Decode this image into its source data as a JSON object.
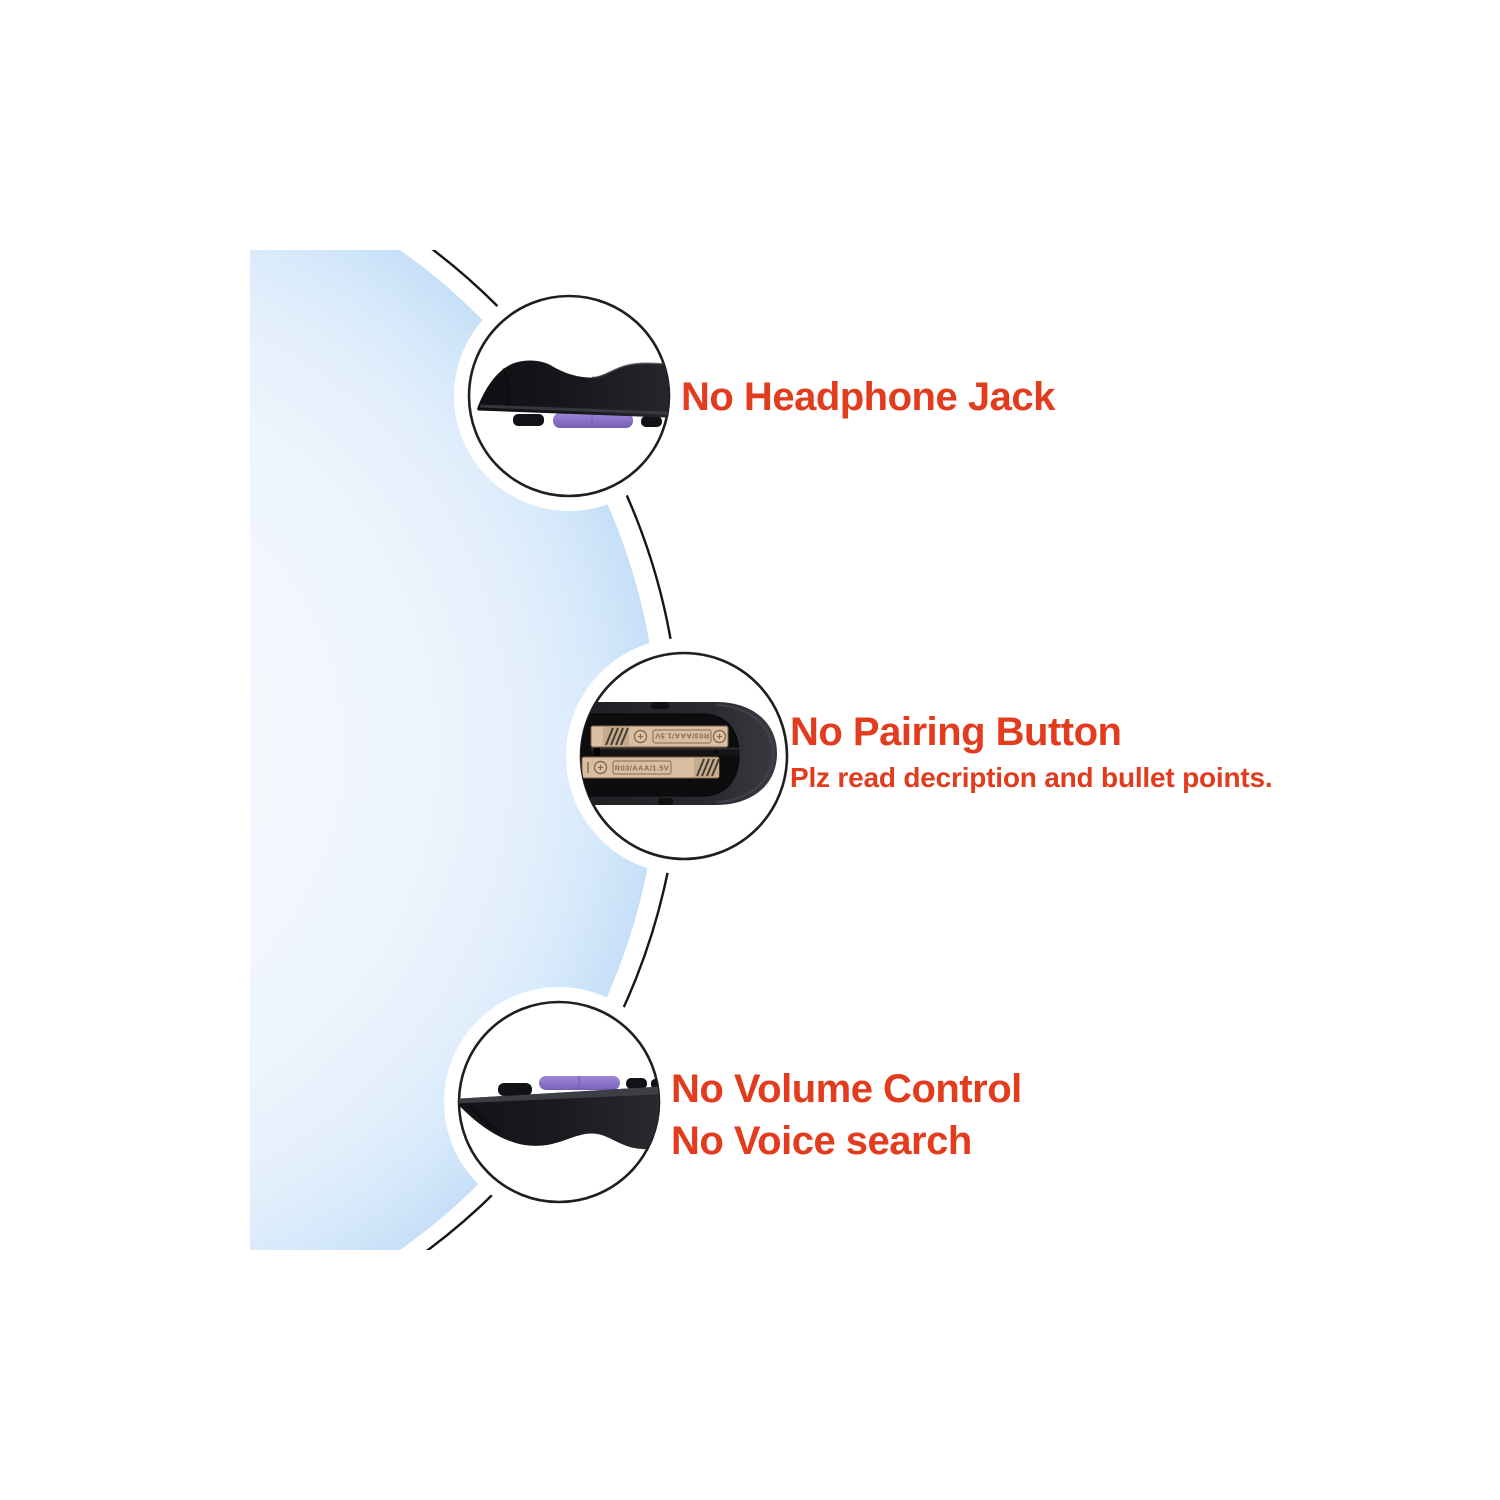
{
  "page": {
    "type": "product-feature-callout-graphic",
    "background": "#ffffff"
  },
  "colors": {
    "accent_red": "#E33B1E",
    "bubble_blue_edge": "#C7E0F8",
    "bubble_blue_center": "#F7FBFE",
    "outline_black": "#161616",
    "remote_body_black": "#18181C",
    "button_purple": "#8973C9",
    "battery_tan": "#D8BFA4"
  },
  "callouts": [
    {
      "id": "headphone-jack",
      "label": "No Headphone Jack",
      "image": "remote-top-edge-side-view"
    },
    {
      "id": "pairing-button",
      "label": "No Pairing Button",
      "note": "Plz read decription and bullet points.",
      "image": "battery-compartment-open-view"
    },
    {
      "id": "volume-voice",
      "label_line1": "No Volume Control",
      "label_line2": "No Voice search",
      "image": "remote-bottom-edge-side-view"
    }
  ],
  "battery": {
    "label": "R03/AAA/1.5V"
  }
}
